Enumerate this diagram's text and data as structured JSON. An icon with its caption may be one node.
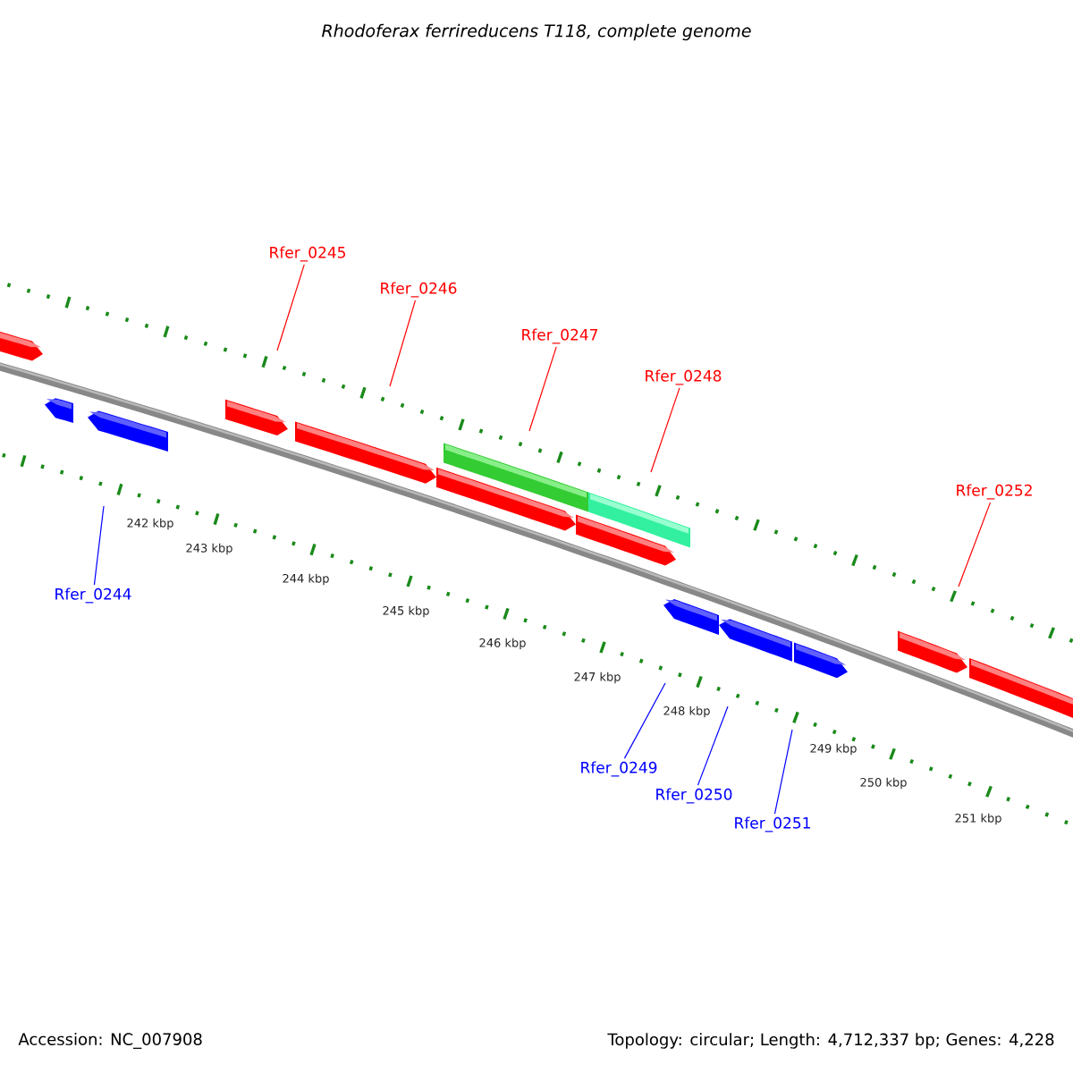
{
  "diagram": {
    "title": "Rhodoferax ferrireducens T118, complete genome",
    "nodes": [
      {
        "text": [
          "Rfer_0245"
        ]
      },
      {
        "text": [
          "Rfer_0246"
        ]
      },
      {
        "text": [
          "Rfer_0247"
        ]
      },
      {
        "text": [
          "Rfer_0248"
        ]
      },
      {
        "text": [
          "Rfer_0252"
        ]
      },
      {
        "text": [
          "Rfer_0244"
        ]
      },
      {
        "text": [
          "Rfer_0249"
        ]
      },
      {
        "text": [
          "Rfer_0250"
        ]
      },
      {
        "text": [
          "Rfer_0251"
        ]
      }
    ],
    "edges": [
      {
        "from": 0,
        "to": null,
        "arrow": "none"
      },
      {
        "from": 1,
        "to": null,
        "arrow": "none"
      },
      {
        "from": 2,
        "to": null,
        "arrow": "none"
      },
      {
        "from": 3,
        "to": null,
        "arrow": "none"
      },
      {
        "from": 4,
        "to": null,
        "arrow": "none"
      },
      {
        "from": 5,
        "to": null,
        "arrow": "none",
        "color": "#0000ff"
      },
      {
        "from": 6,
        "to": null,
        "arrow": "none",
        "color": "#0000ff"
      },
      {
        "from": 7,
        "to": null,
        "arrow": "none",
        "color": "#0000ff"
      },
      {
        "from": 8,
        "to": null,
        "arrow": "none",
        "color": "#0000ff"
      }
    ],
    "labels": [
      "242 kbp",
      "243 kbp",
      "244 kbp",
      "245 kbp",
      "246 kbp",
      "247 kbp",
      "248 kbp",
      "249 kbp",
      "250 kbp",
      "251 kbp",
      "Accession: NC_007908",
      "Topology: circular; Length: 4,712,337 bp; Genes: 4,228"
    ]
  }
}
